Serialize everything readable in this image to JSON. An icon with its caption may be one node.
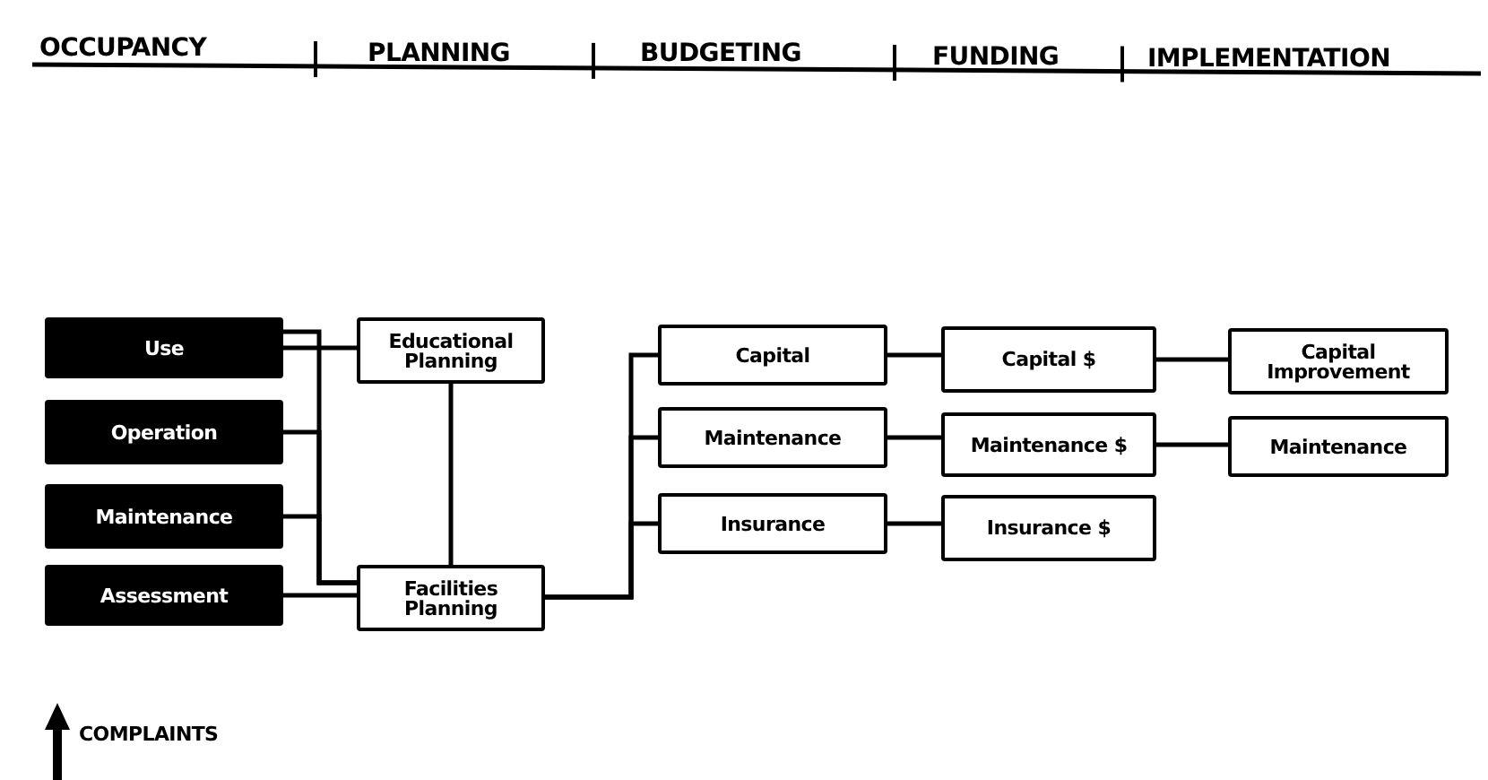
{
  "diagram": {
    "nodes": [
      {
        "text": [
          "Use"
        ]
      },
      {
        "text": [
          "Operation"
        ]
      },
      {
        "text": [
          "Maintenance"
        ]
      },
      {
        "text": [
          "Assessment"
        ]
      },
      {
        "text": [
          "Educational Planning"
        ]
      },
      {
        "text": [
          "Facilities Planning"
        ]
      },
      {
        "text": [
          "Capital"
        ]
      },
      {
        "text": [
          "Capital $"
        ]
      },
      {
        "text": [
          "Capital Improvement"
        ]
      },
      {
        "text": [
          "Maintenance"
        ]
      },
      {
        "text": [
          "Maintenance $"
        ]
      },
      {
        "text": [
          "Maintenance"
        ]
      },
      {
        "text": [
          "Insurance"
        ]
      },
      {
        "text": [
          "Insurance $"
        ]
      }
    ],
    "edges": [
      {
        "from": 0,
        "to": 4,
        "arrow": "none"
      },
      {
        "from": 0,
        "to": 5,
        "arrow": "none"
      },
      {
        "from": 1,
        "to": 5,
        "arrow": "none"
      },
      {
        "from": 2,
        "to": 5,
        "arrow": "none"
      },
      {
        "from": 3,
        "to": 5,
        "arrow": "none"
      },
      {
        "from": 4,
        "to": 5,
        "arrow": "none"
      },
      {
        "from": 5,
        "to": 6,
        "arrow": "none"
      },
      {
        "from": 5,
        "to": 9,
        "arrow": "none"
      },
      {
        "from": 5,
        "to": 12,
        "arrow": "none"
      },
      {
        "from": 6,
        "to": 7,
        "arrow": "none"
      },
      {
        "from": 7,
        "to": 8,
        "arrow": "none"
      },
      {
        "from": 9,
        "to": 10,
        "arrow": "none"
      },
      {
        "from": 10,
        "to": 11,
        "arrow": "none"
      },
      {
        "from": 12,
        "to": 13,
        "arrow": "none"
      }
    ],
    "labels": [
      "OCCUPANCY",
      "PLANNING",
      "BUDGETING",
      "FUNDING",
      "IMPLEMENTATION",
      "COMPLAINTS"
    ]
  }
}
